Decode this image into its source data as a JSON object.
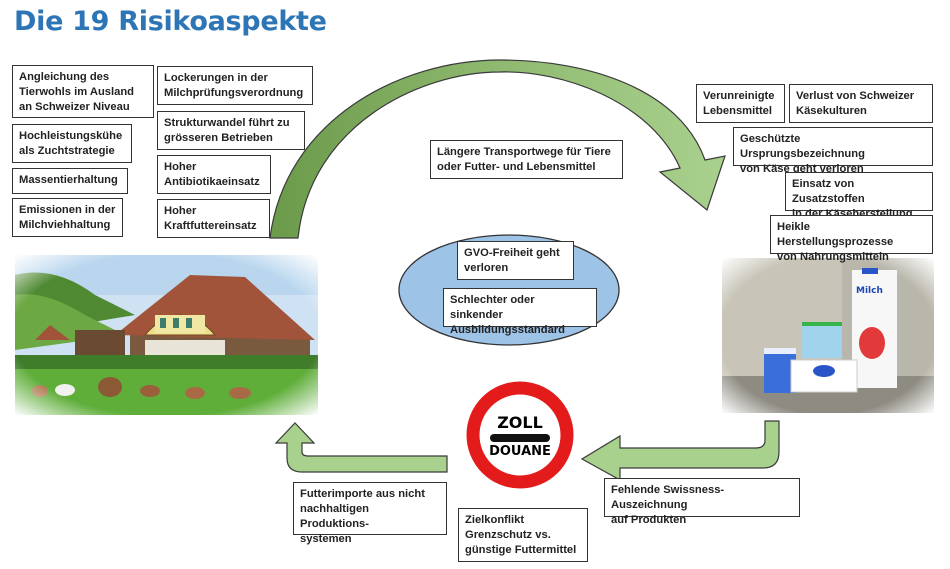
{
  "title": "Die 19 Risikoaspekte",
  "colors": {
    "title": "#2e75b6",
    "arrow_fill": "#a9d18e",
    "arrow_fill_dark": "#6b9a4a",
    "ellipse_fill": "#9dc3e6",
    "sign_red": "#e31b1b"
  },
  "risks_left": [
    "Angleichung des\nTierwohls im Ausland\nan Schweizer Niveau",
    "Hochleistungskühe\nals Zuchtstrategie",
    "Massentierhaltung",
    "Emissionen in der\nMilchviehhaltung",
    "Lockerungen in der\nMilchprüfungsverordnung",
    "Strukturwandel führt zu\ngrösseren Betrieben",
    "Hoher\nAntibiotikaeinsatz",
    "Hoher\nKraftfuttereinsatz"
  ],
  "risk_transport": "Längere Transportwege für Tiere\noder Futter- und Lebensmittel",
  "risks_right": [
    "Verunreinigte\nLebensmittel",
    "Verlust von Schweizer\nKäsekulturen",
    "Geschützte Ursprungsbezeichnung\nvon Käse geht verloren",
    "Einsatz von Zusatzstoffen\nin der Käseherstellung",
    "Heikle Herstellungsprozesse\nvon Nahrungsmitteln"
  ],
  "risks_center": [
    "GVO-Freiheit geht\nverloren",
    "Schlechter oder sinkender\nAusbildungsstandard"
  ],
  "risks_bottom": [
    "Fehlende Swissness-Auszeichnung\nauf Produkten",
    "Futterimporte aus nicht\nnachhaltigen Produktions-\nsystemen",
    "Zielkonflikt\nGrenzschutz vs.\ngünstige Futtermittel"
  ],
  "customs_sign": {
    "top": "ZOLL",
    "bottom": "DOUANE"
  },
  "images": {
    "farm": "farmhouse-with-cows-photo",
    "dairy": "dairy-products-photo"
  }
}
